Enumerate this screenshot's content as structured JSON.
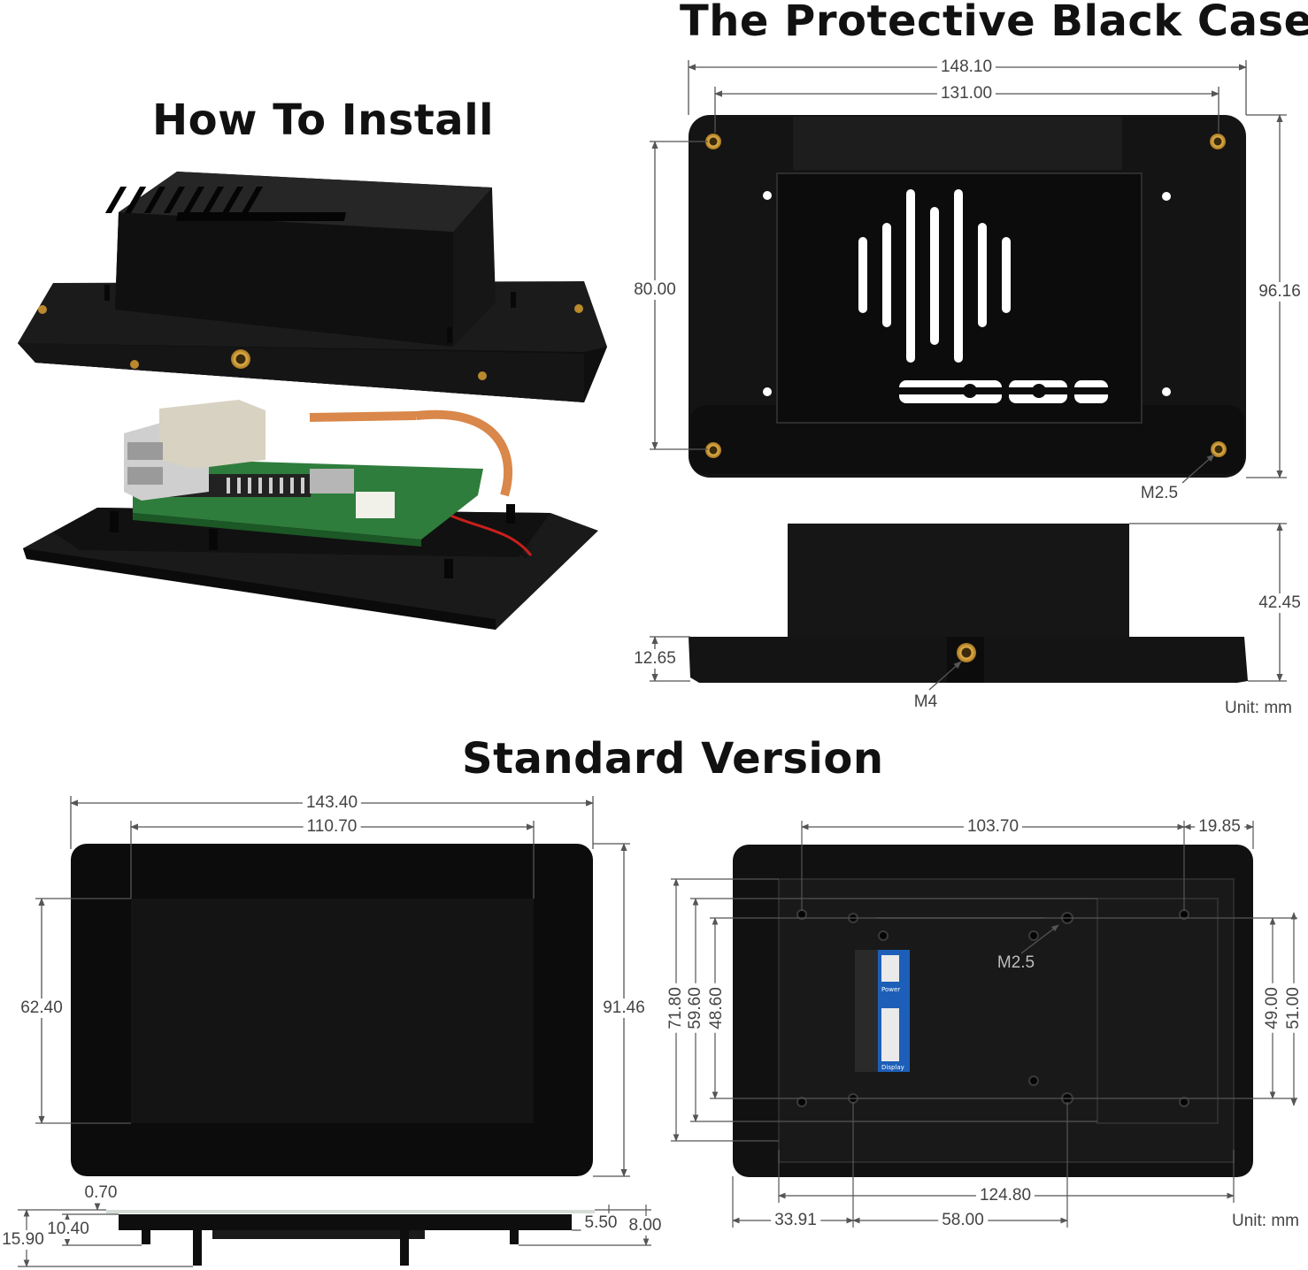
{
  "titles": {
    "install": "How To Install",
    "case": "The Protective Black Case",
    "standard": "Standard Version"
  },
  "case_top": {
    "width_outer": "148.10",
    "width_holes": "131.00",
    "height_holes": "80.00",
    "height_outer": "96.16",
    "screw_label": "M2.5"
  },
  "case_side": {
    "height_total": "42.45",
    "height_base": "12.65",
    "screw_label": "M4",
    "unit": "Unit: mm"
  },
  "front": {
    "width_outer": "143.40",
    "width_display": "110.70",
    "height_display": "62.40",
    "height_outer": "91.46"
  },
  "side_profile": {
    "glass": "0.70",
    "d1": "10.40",
    "d2": "15.90",
    "d3": "5.50",
    "d4": "8.00"
  },
  "back": {
    "width_holes": "103.70",
    "offset_right": "19.85",
    "h1": "71.80",
    "h2": "59.60",
    "h3": "48.60",
    "h4": "49.00",
    "h5": "51.00",
    "screw_label": "M2.5",
    "bottom_width": "124.80",
    "offset_left": "33.91",
    "spacing": "58.00",
    "unit": "Unit: mm",
    "board_label_power": "Power",
    "board_label_display": "Display"
  },
  "colors": {
    "case_black": "#141414",
    "screen_black": "#0c0c0c",
    "brass": "#c9962e",
    "pcb_green": "#2f7d3c",
    "pcb_blue": "#1d5fb8",
    "ribbon": "#d9874a"
  }
}
